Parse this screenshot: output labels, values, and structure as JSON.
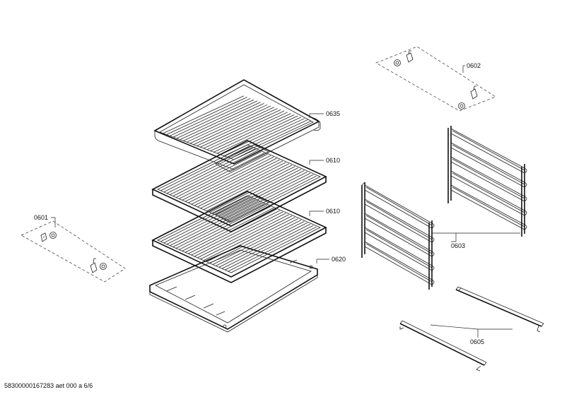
{
  "parts": {
    "p0635": "0635",
    "p0610a": "0610",
    "p0610b": "0610",
    "p0620": "0620",
    "p0601": "0601",
    "p0602": "0602",
    "p0603": "0603",
    "p0605": "0605"
  },
  "footer": {
    "document_id": "58300000167283 aet 000 a 6/6"
  }
}
